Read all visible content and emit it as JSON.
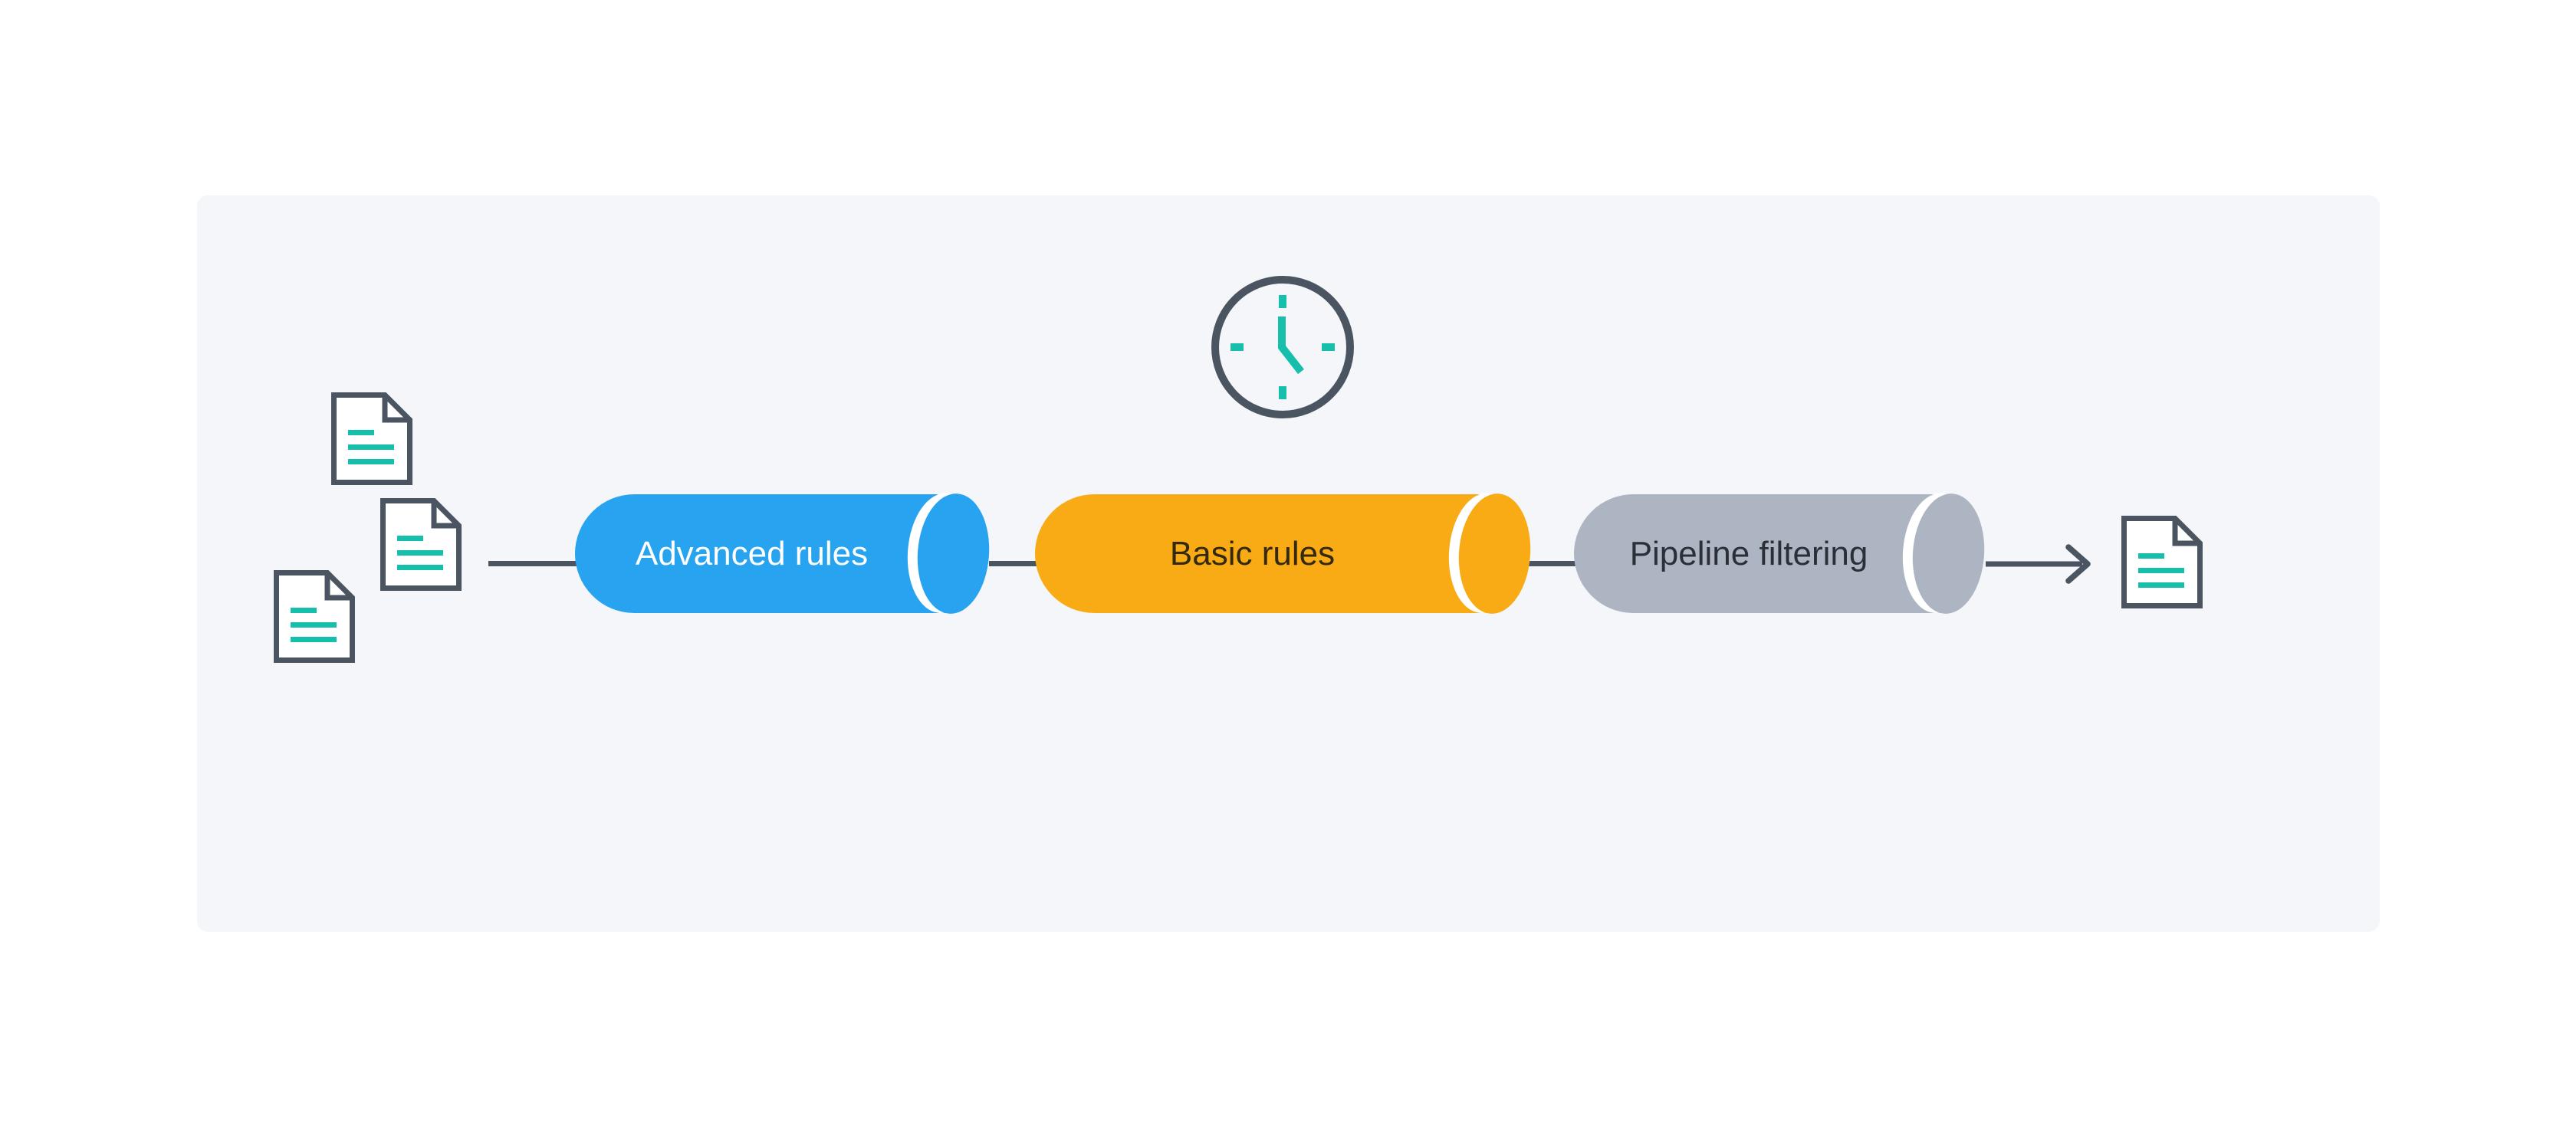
{
  "colors": {
    "page_bg": "#ffffff",
    "panel_bg": "#f4f6f9",
    "ink": "#4b5461",
    "teal": "#16beac",
    "stage_advanced": "#28a3f0",
    "stage_basic": "#f8ab15",
    "stage_pipeline": "#adb5c2",
    "label_advanced": "#ffffff",
    "label_basic": "#33290f",
    "label_pipeline": "#2b2f38",
    "cap_gap": "#ffffff"
  },
  "flow": {
    "stages": [
      {
        "id": "advanced-rules",
        "label": "Advanced rules"
      },
      {
        "id": "basic-rules",
        "label": "Basic rules"
      },
      {
        "id": "pipeline-filtering",
        "label": "Pipeline filtering"
      }
    ],
    "icons": {
      "timer": "clock-icon",
      "inputs": [
        "document-icon",
        "document-icon",
        "document-icon"
      ],
      "output": "document-icon",
      "direction": "arrow-right-icon"
    }
  }
}
